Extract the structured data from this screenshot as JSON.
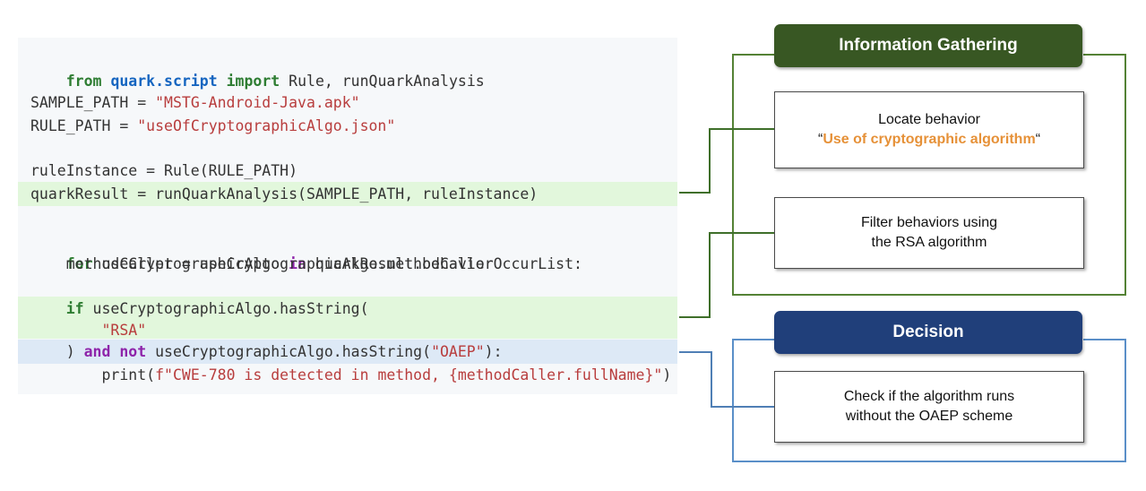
{
  "code": {
    "line1": {
      "kw1": "from",
      "mod": "quark.script",
      "kw2": "import",
      "rest": " Rule, runQuarkAnalysis"
    },
    "line2": {
      "name": "SAMPLE_PATH = ",
      "str": "\"MSTG-Android-Java.apk\""
    },
    "line3": {
      "name": "RULE_PATH = ",
      "str": "\"useOfCryptographicAlgo.json\""
    },
    "line4": {
      "text": "ruleInstance = Rule(RULE_PATH)"
    },
    "line5": {
      "text": "quarkResult = runQuarkAnalysis(SAMPLE_PATH, ruleInstance)"
    },
    "line6": {
      "kw1": "for",
      "mid": " useCryptographicAlgo ",
      "kw2": "in",
      "rest": " quarkResult.behaviorOccurList:"
    },
    "line7": {
      "text": "    methodCaller = useCryptographicAlgo.methodCaller"
    },
    "line8": {
      "indent": "    ",
      "kw": "if",
      "rest": " useCryptographicAlgo.hasString("
    },
    "line9": {
      "indent": "        ",
      "str": "\"RSA\""
    },
    "line10": {
      "pre": "    ) ",
      "kw1": "and",
      "sp": " ",
      "kw2": "not",
      "mid": " useCryptographicAlgo.hasString(",
      "str": "\"OAEP\"",
      "end": "):"
    },
    "line11": {
      "indent": "        ",
      "fn": "print(",
      "str": "f\"CWE-780 is detected in method, {methodCaller.fullName}\"",
      "end": ")"
    }
  },
  "info_gathering": {
    "title": "Information Gathering",
    "box1_line1": "Locate behavior",
    "box1_q_open": "“",
    "box1_highlight": "Use of cryptographic algorithm",
    "box1_q_close": "“",
    "box2_line1": "Filter behaviors using",
    "box2_line2": "the RSA algorithm"
  },
  "decision": {
    "title": "Decision",
    "box_line1": "Check if the algorithm runs",
    "box_line2": "without the OAEP scheme"
  },
  "colors": {
    "green_header": "#385723",
    "green_line": "#548235",
    "blue_header": "#203f7a",
    "blue_line": "#5a8fc8",
    "highlight_orange": "#e69138"
  }
}
